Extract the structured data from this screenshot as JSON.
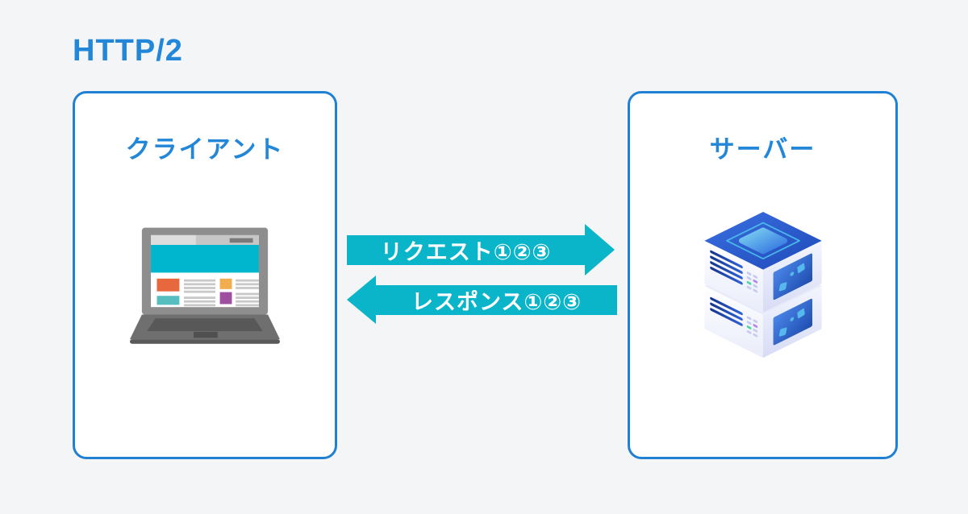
{
  "title": {
    "text": "HTTP/2"
  },
  "client_box": {
    "label": "クライアント",
    "illustration": "laptop-icon"
  },
  "server_box": {
    "label": "サーバー",
    "illustration": "server-icon"
  },
  "arrows": {
    "request": {
      "label": "リクエスト①②③",
      "direction": "left-to-right",
      "from": "クライアント",
      "to": "サーバー"
    },
    "response": {
      "label": "レスポンス①②③",
      "direction": "right-to-left",
      "from": "サーバー",
      "to": "クライアント"
    }
  },
  "theme": {
    "bg": "#f4f5f7",
    "accent-blue": "#2287d8",
    "border-blue": "#2080d4",
    "teal": "#0bb5c9",
    "box-bg": "#ffffff",
    "arrow-text": "#ffffff"
  }
}
